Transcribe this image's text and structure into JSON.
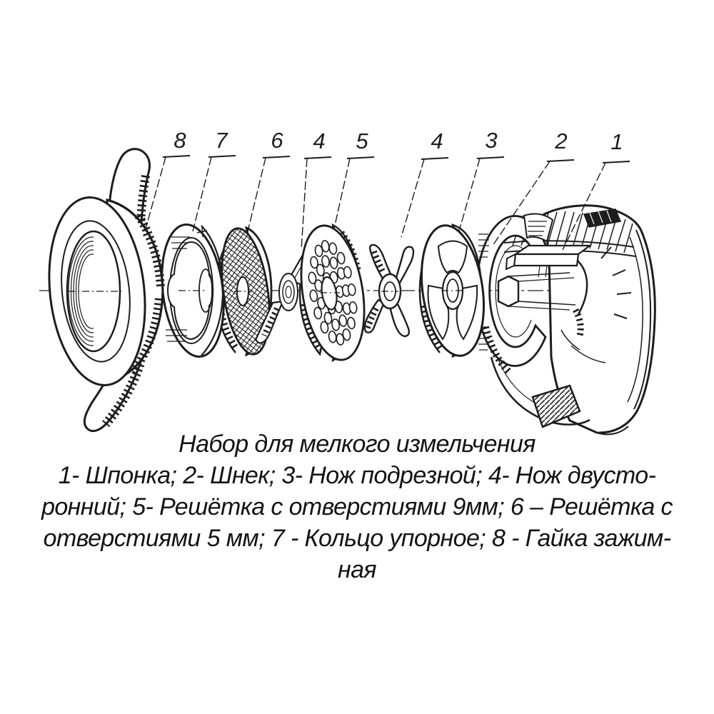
{
  "figure": {
    "background": "#ffffff",
    "ink": "#1d1d1d",
    "part_labels": [
      {
        "number": "8",
        "part": "Гайка зажимная"
      },
      {
        "number": "7",
        "part": "Кольцо упорное"
      },
      {
        "number": "6",
        "part": "Решётка с отверстиями 5 мм"
      },
      {
        "number": "4",
        "part": "Нож двусторонний"
      },
      {
        "number": "5",
        "part": "Решётка с отверстиями 9мм"
      },
      {
        "number": "4",
        "part": "Нож двусторонний"
      },
      {
        "number": "3",
        "part": "Нож подрезной"
      },
      {
        "number": "2",
        "part": "Шнек"
      },
      {
        "number": "1",
        "part": "Шпонка"
      }
    ]
  },
  "caption": {
    "title": "Набор для мелкого измельчения",
    "lines": [
      "1- Шпонка; 2- Шнек; 3- Нож подрезной; 4- Нож двусто-",
      "ронний; 5- Решётка с отверстиями 9мм; 6 – Решётка с",
      "отверстиями 5 мм; 7 - Кольцо упорное; 8 - Гайка зажим-",
      "ная"
    ]
  }
}
